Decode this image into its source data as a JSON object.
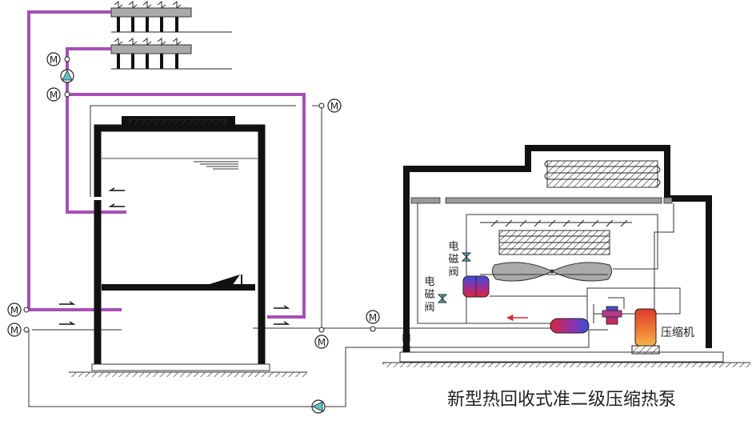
{
  "caption": "新型热回收式准二级压缩热泵",
  "labels": {
    "solenoid_valve_1": "电磁阀",
    "solenoid_valve_2": "电磁阀",
    "compressor": "压缩机",
    "motor_symbol": "M"
  },
  "colors": {
    "hot_water_pipe": "#a54fb5",
    "wall": "#111111",
    "frame_line": "#333333",
    "pump_fill": "#5fc1c9",
    "compressor_top": "#d93a2b",
    "compressor_bottom": "#f5a13a",
    "exchanger_red": "#d8283a",
    "exchanger_blue": "#3a4fd8"
  }
}
